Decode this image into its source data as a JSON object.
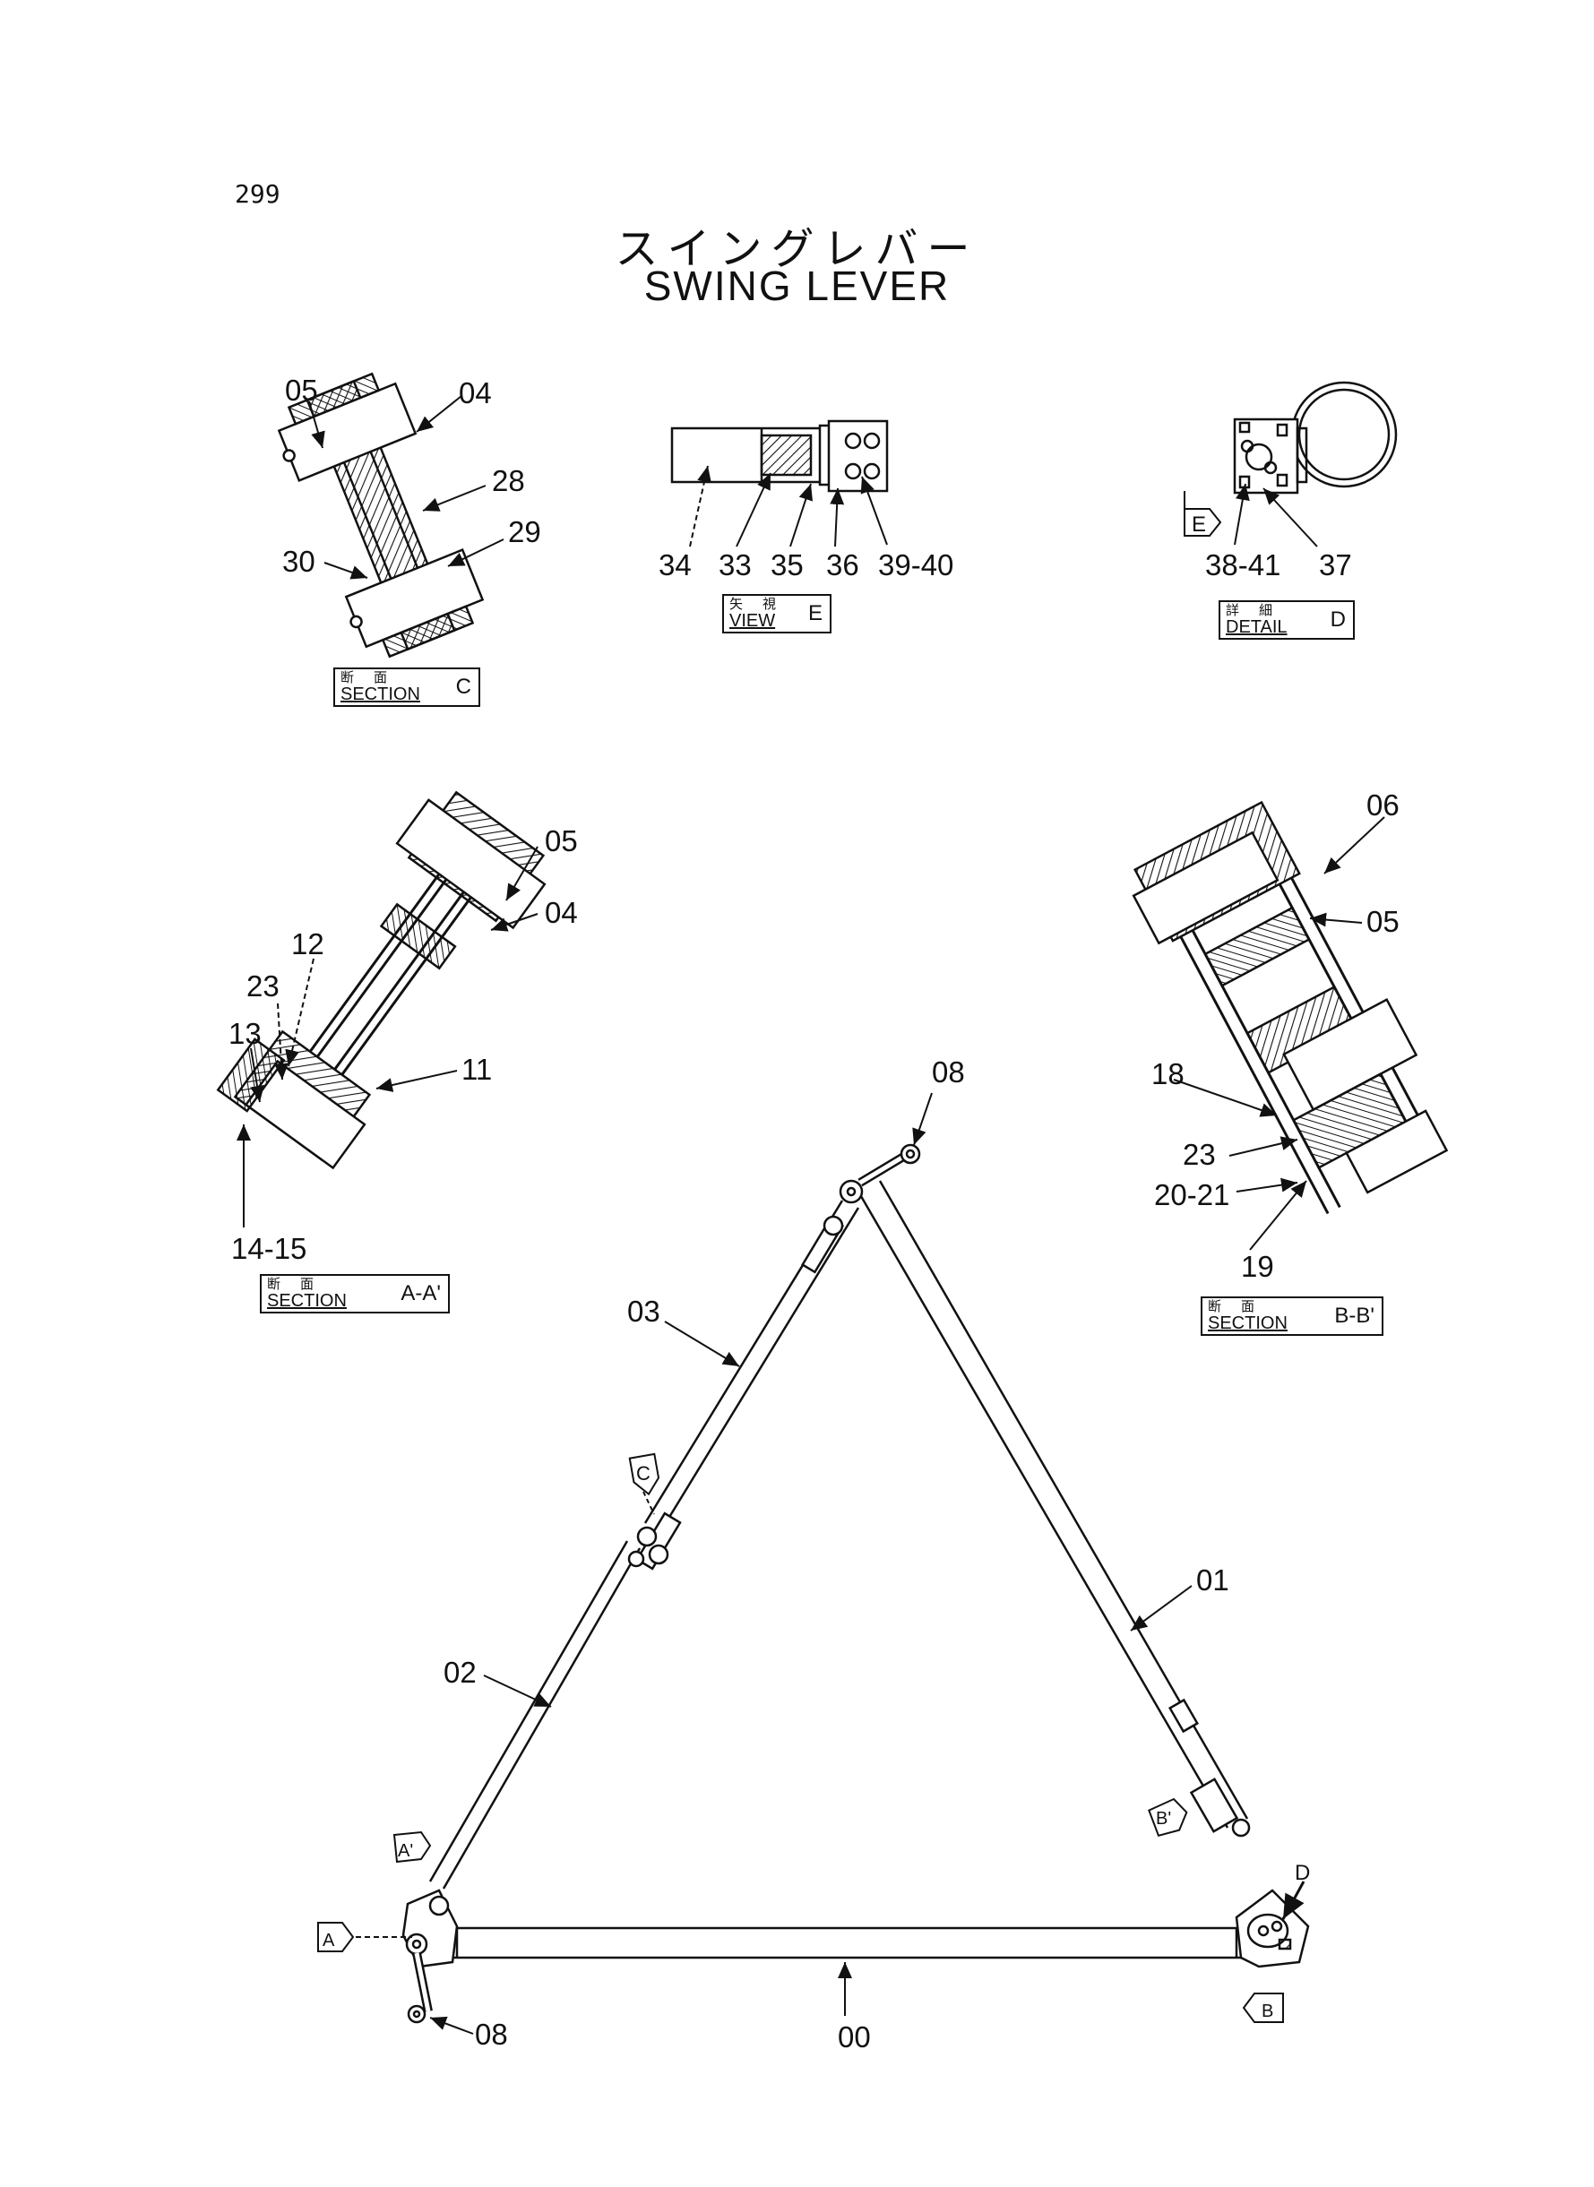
{
  "page_number": "299",
  "title": {
    "jp": "スイングレバー",
    "en": "SWING LEVER"
  },
  "views": {
    "section_c": {
      "jp": "断面",
      "en": "SECTION",
      "id": "C",
      "callouts": [
        "05",
        "04",
        "28",
        "29",
        "30"
      ]
    },
    "view_e": {
      "jp": "矢視",
      "en": "VIEW",
      "id": "E",
      "callouts": [
        "34",
        "33",
        "35",
        "36",
        "39-40"
      ]
    },
    "detail_d": {
      "jp": "詳細",
      "en": "DETAIL",
      "id": "D",
      "callouts": [
        "38-41",
        "37"
      ],
      "marker": "E"
    },
    "section_aa": {
      "jp": "断面",
      "en": "SECTION",
      "id": "A-A'",
      "callouts": [
        "05",
        "04",
        "12",
        "23",
        "13",
        "11",
        "14-15"
      ]
    },
    "section_bb": {
      "jp": "断面",
      "en": "SECTION",
      "id": "B-B'",
      "callouts": [
        "06",
        "05",
        "18",
        "23",
        "20-21",
        "19"
      ]
    }
  },
  "main_assembly": {
    "callouts": [
      "08",
      "03",
      "01",
      "02",
      "00",
      "08",
      "D"
    ],
    "markers": [
      "C",
      "A'",
      "A",
      "B'",
      "B"
    ]
  }
}
